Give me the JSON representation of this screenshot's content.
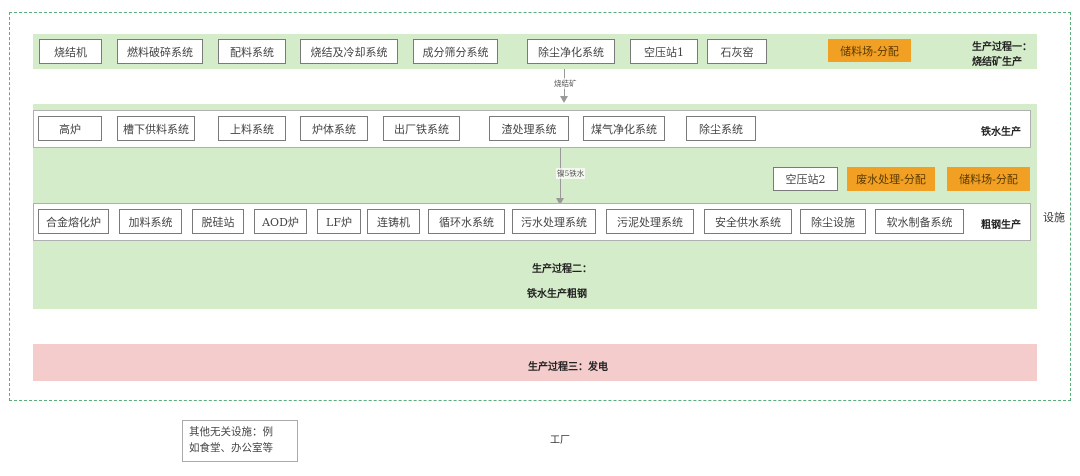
{
  "diagram": {
    "frame_label": "设施",
    "factory_label": "工厂",
    "other_note": [
      "其他无关设施：例",
      "如食堂、办公室等"
    ],
    "colors": {
      "frame_dashed": "#5aae7a",
      "process_band": "#d5ecca",
      "power_band": "#f4cccc",
      "highlight_box": "#f1a024"
    },
    "process1": {
      "title_line1": "生产过程一：",
      "title_line2": "烧结矿生产",
      "items": [
        "烧结机",
        "燃料破碎系统",
        "配料系统",
        "烧结及冷却系统",
        "成分筛分系统",
        "除尘净化系统",
        "空压站1",
        "石灰窑"
      ],
      "highlight": "储料场-分配"
    },
    "arrow1_label": "烧结矿",
    "process2": {
      "title_line1": "生产过程二：",
      "title_line2": "铁水生产粗钢",
      "iron": {
        "label": "铁水生产",
        "items": [
          "高炉",
          "槽下供料系统",
          "上料系统",
          "炉体系统",
          "出厂铁系统",
          "渣处理系统",
          "煤气净化系统",
          "除尘系统"
        ]
      },
      "arrow2_label": "镍5铁水",
      "shared": {
        "plain_box": "空压站2",
        "highlights": [
          "废水处理-分配",
          "储料场-分配"
        ]
      },
      "steel": {
        "label": "粗钢生产",
        "items": [
          "合金熔化炉",
          "加料系统",
          "脱硅站",
          "AOD炉",
          "LF炉",
          "连铸机",
          "循环水系统",
          "污水处理系统",
          "污泥处理系统",
          "安全供水系统",
          "除尘设施",
          "软水制备系统"
        ]
      }
    },
    "process3": {
      "title": "生产过程三：发电"
    }
  }
}
